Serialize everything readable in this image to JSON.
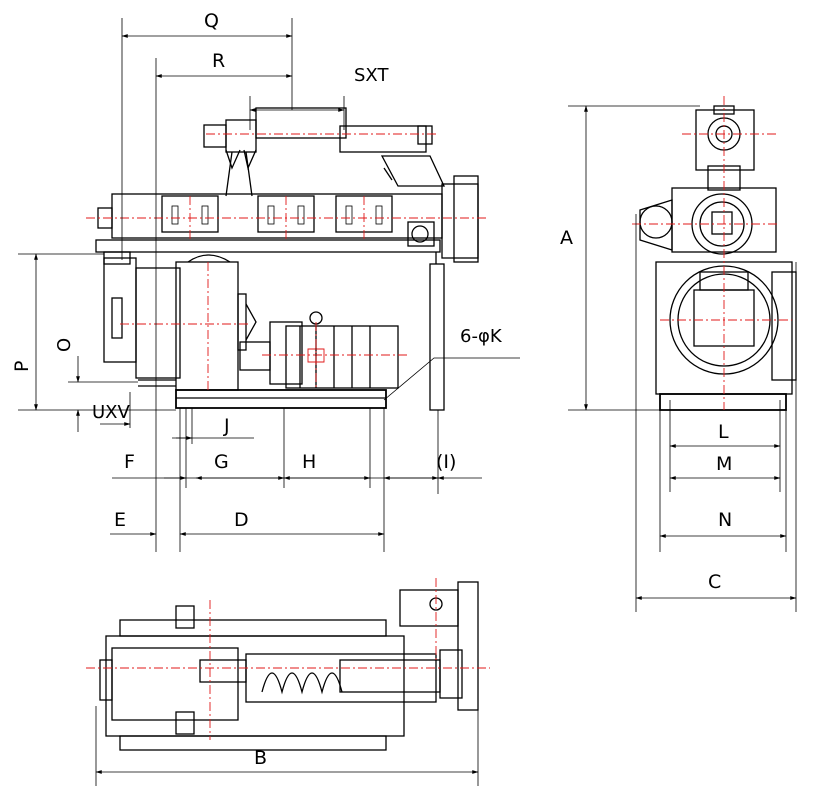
{
  "labels": {
    "Q": "Q",
    "R": "R",
    "SXT": "SXT",
    "A": "A",
    "P": "P",
    "O": "O",
    "UXV": "UXV",
    "J": "J",
    "K": "6-φK",
    "F": "F",
    "G": "G",
    "H": "H",
    "I": "(I)",
    "E": "E",
    "D": "D",
    "L": "L",
    "M": "M",
    "N": "N",
    "C": "C",
    "B": "B"
  },
  "colors": {
    "outline": "#000000",
    "centerline": "#e01818",
    "background": "#ffffff"
  }
}
